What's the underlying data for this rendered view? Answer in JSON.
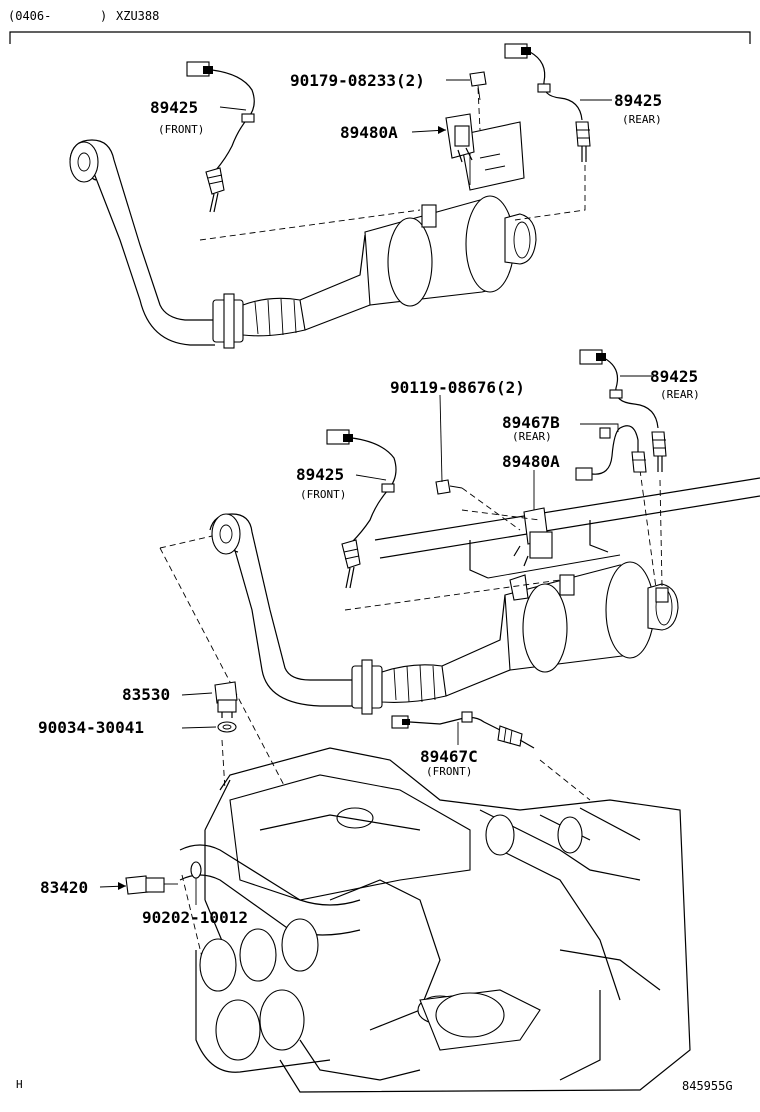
{
  "header": {
    "range_open": "(0406-",
    "range_close": ")",
    "model": "XZU388"
  },
  "footer": {
    "left_mark": "H",
    "code": "845955G"
  },
  "callouts": {
    "p1": {
      "part": "89425",
      "sub": "(FRONT)"
    },
    "p2": {
      "part": "90179-08233(2)"
    },
    "p3": {
      "part": "89425",
      "sub": "(REAR)"
    },
    "p4": {
      "part": "89480A"
    },
    "p5": {
      "part": "90119-08676(2)"
    },
    "p6": {
      "part": "89425",
      "sub": "(REAR)"
    },
    "p7": {
      "part": "89467B",
      "sub": "(REAR)"
    },
    "p8": {
      "part": "89480A"
    },
    "p9": {
      "part": "89425",
      "sub": "(FRONT)"
    },
    "p10": {
      "part": "83530"
    },
    "p11": {
      "part": "90034-30041"
    },
    "p12": {
      "part": "89467C",
      "sub": "(FRONT)"
    },
    "p13": {
      "part": "83420"
    },
    "p14": {
      "part": "90202-10012"
    }
  }
}
